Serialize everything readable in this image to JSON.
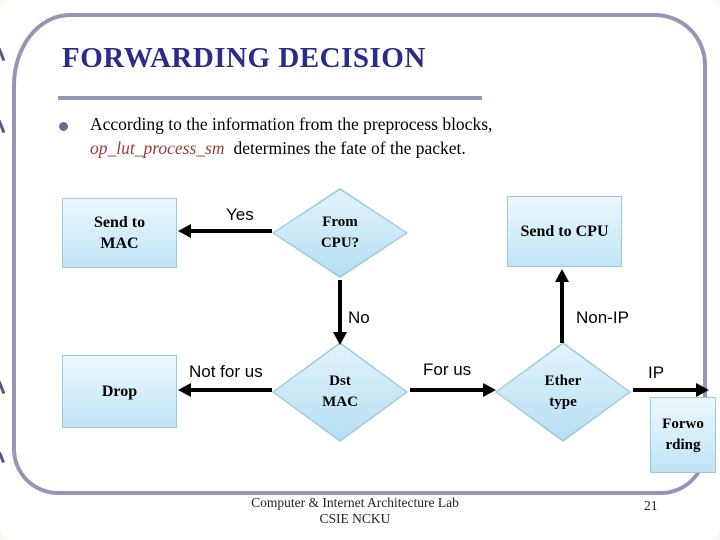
{
  "slide": {
    "title": "FORWARDING DECISION",
    "bullet": {
      "line1": "According to the information from the preprocess blocks,",
      "highlight": "op_lut_process_sm",
      "rest": "determines the fate of the packet."
    },
    "flowchart": {
      "nodes": {
        "send_to_mac": {
          "line1": "Send to",
          "line2": "MAC"
        },
        "from_cpu": {
          "line1": "From",
          "line2": "CPU?"
        },
        "send_to_cpu": {
          "line1": "Send to CPU"
        },
        "drop": {
          "line1": "Drop"
        },
        "dst_mac": {
          "line1": "Dst",
          "line2": "MAC"
        },
        "ether_type": {
          "line1": "Ether",
          "line2": "type"
        },
        "forwarding": {
          "line1": "Forwo",
          "line2": "rding"
        }
      },
      "edge_labels": {
        "yes": "Yes",
        "no": "No",
        "non_ip": "Non-IP",
        "not_for_us": "Not for us",
        "for_us": "For us",
        "ip": "IP"
      }
    },
    "footer": {
      "line1": "Computer & Internet Architecture Lab",
      "line2": "CSIE NCKU",
      "page_number": "21"
    },
    "colors": {
      "title": "#2b2b88",
      "frame": "#9596b6",
      "highlight_text": "#9e3a3a",
      "node_border": "#9fc8de",
      "node_fill_top": "#edf8fd",
      "node_fill_bottom": "#bfe4f5",
      "arrow": "#000000"
    }
  }
}
